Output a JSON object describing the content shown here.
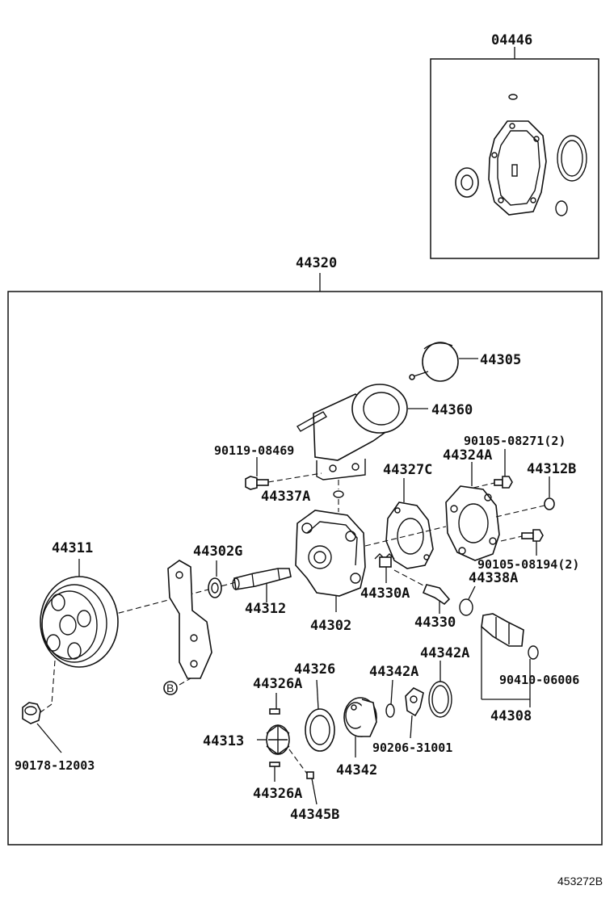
{
  "labels": {
    "kit_04446": "04446",
    "assy_44320": "44320",
    "p44305": "44305",
    "p44360": "44360",
    "p90105_08271": "90105-08271(2)",
    "p90119_08469": "90119-08469",
    "p44324A": "44324A",
    "p44312B": "44312B",
    "p44327C": "44327C",
    "p44337A": "44337A",
    "p44311": "44311",
    "p44302G": "44302G",
    "p90105_08194": "90105-08194(2)",
    "p44338A": "44338A",
    "p44330A": "44330A",
    "p44312": "44312",
    "p44302": "44302",
    "p44330": "44330",
    "p44342A_top": "44342A",
    "p44326": "44326",
    "p44342A_mid": "44342A",
    "p44326A_top": "44326A",
    "p90410_06006": "90410-06006",
    "p44308": "44308",
    "p44313": "44313",
    "p90206_31001": "90206-31001",
    "p90178_12003": "90178-12003",
    "p44342": "44342",
    "p44326A_bot": "44326A",
    "p44345B": "44345B",
    "ref_B": "B",
    "drawing_no": "453272B"
  }
}
